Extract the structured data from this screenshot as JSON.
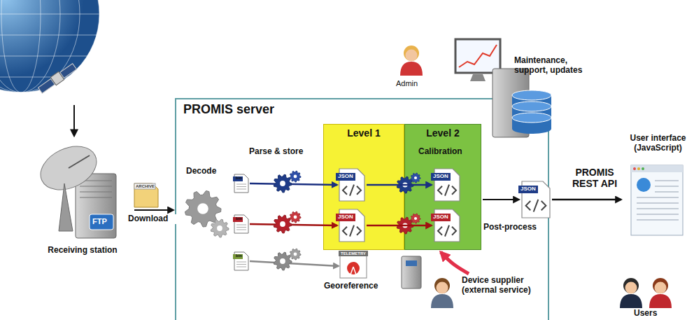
{
  "diagram": {
    "nodes": [
      {
        "text": [
          "PROMIS server"
        ]
      },
      {
        "text": [
          "Level 1"
        ],
        "in": 0
      },
      {
        "text": [
          "Level 2"
        ],
        "in": 0
      },
      {
        "text": [
          "JSON"
        ],
        "in": 1
      },
      {
        "text": [
          "JSON"
        ],
        "in": 1
      },
      {
        "text": [
          "JSON"
        ],
        "in": 2
      },
      {
        "text": [
          "JSON"
        ],
        "in": 2
      },
      {
        "text": [
          "Receiving station"
        ]
      },
      {
        "text": [
          "JSON"
        ],
        "in": 0
      },
      {
        "text": [
          "User interface (JavaScript)"
        ]
      },
      {
        "text": [
          "Device supplier (external service)"
        ],
        "in": 0
      }
    ],
    "edges": [
      {
        "from": 7,
        "to": 0,
        "label": "Download",
        "arrow": "to"
      },
      {
        "from": 3,
        "to": 5,
        "arrow": "to"
      },
      {
        "from": 4,
        "to": 6,
        "arrow": "to"
      },
      {
        "from": 2,
        "to": 8,
        "label": "Post-process",
        "arrow": "to"
      },
      {
        "from": 8,
        "to": 9,
        "label": "PROMIS REST API",
        "arrow": "to"
      },
      {
        "from": 10,
        "to": 2,
        "arrow": "to"
      }
    ],
    "labels": [
      "Admin",
      "Maintenance, support, updates",
      "Decode",
      "Parse & store",
      "Calibration",
      "Georeference",
      "Users",
      "ARCHIVE",
      "FTP",
      "TELEMETRY",
      "bin",
      "bin",
      "bin"
    ]
  }
}
